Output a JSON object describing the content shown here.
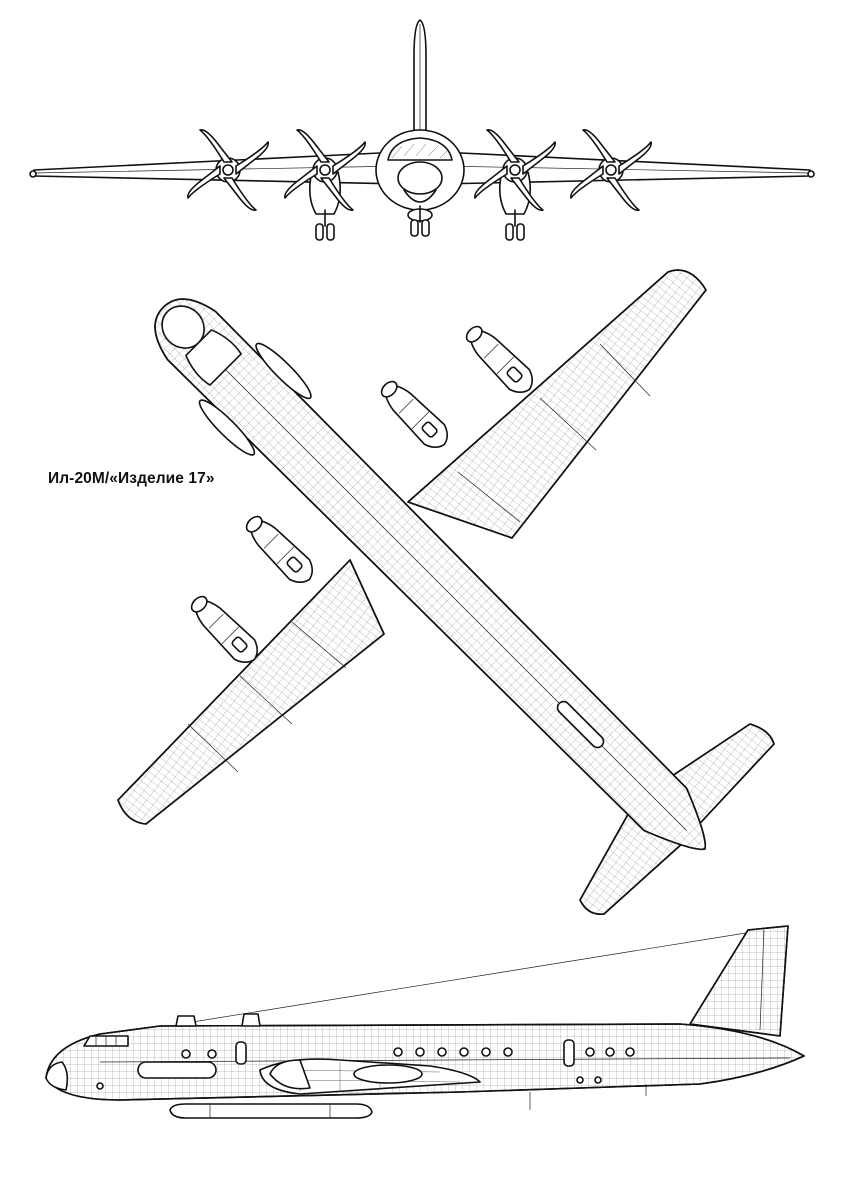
{
  "caption": "Ил-20М/«Изделие 17»",
  "views": [
    {
      "name": "front-view"
    },
    {
      "name": "top-view"
    },
    {
      "name": "side-view"
    }
  ]
}
